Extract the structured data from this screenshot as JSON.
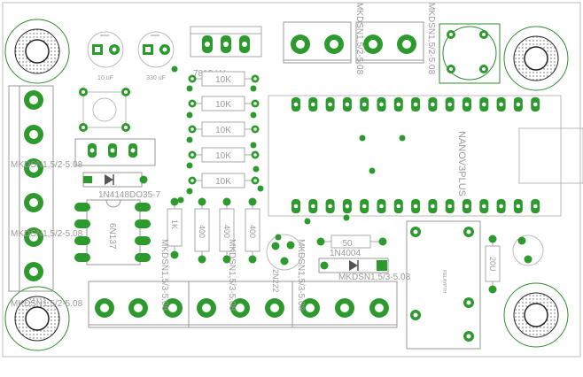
{
  "labels": {
    "cap1": "10 uF",
    "cap2": "330 uF",
    "regulator": "7812 LV",
    "r1": "10K",
    "r2": "10K",
    "r3": "10K",
    "r4": "10K",
    "r5": "10K",
    "nano": "NANOV3PLUS",
    "conn_top1": "MKDSN1,5/2-5.08",
    "conn_top2": "MKDSN1,5/2-5.08",
    "conn_left1": "MKDSN1,5/2-5.08",
    "conn_left2": "MKDSN1,5/2-5.08",
    "conn_left3": "MKDSN1,5/2-5.08",
    "diode1": "1N4148DO35-7",
    "ic": "6N137",
    "r_1k": "1K",
    "r_400a": "400",
    "r_400b": "400",
    "r_400c": "400",
    "conn_bot1": "MKDSN1,5/3-5.08",
    "conn_bot2": "MKDSN1,5/3-5.08",
    "conn_bot3": "MKDSN1,5/3-5.08",
    "transistor": "2N222",
    "r_50": "50",
    "diode2": "1N4004",
    "conn_right": "MKDSN1,5/3-5.08",
    "relay": "RELAYPTH",
    "r_20u": "20U"
  }
}
